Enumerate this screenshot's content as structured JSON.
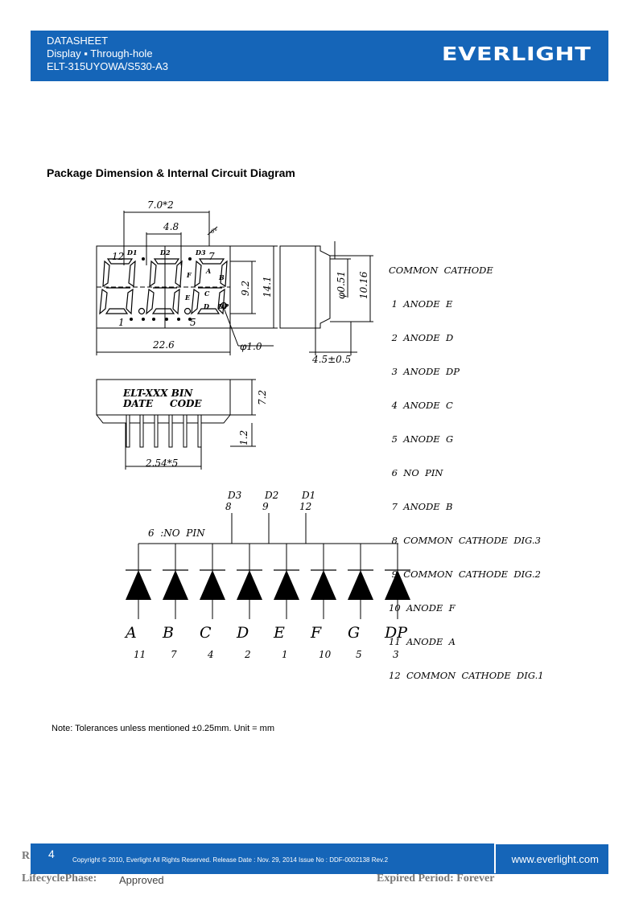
{
  "header": {
    "line1": "DATASHEET",
    "line2": "Display ▪ Through-hole",
    "line3": "ELT-315UYOWA/S530-A3",
    "logo": "EVERLIGHT"
  },
  "section_title": "Package Dimension & Internal Circuit Diagram",
  "dimensions": {
    "pitch": "7.0*2",
    "digit_width": "4.8",
    "angle": "6°",
    "height_inner": "9.2",
    "height_outer": "14.1",
    "width": "22.6",
    "dot_dia": "φ1.0",
    "pin_dia": "φ0.51",
    "side_height": "10.16",
    "depth": "4.5±0.5",
    "body_h": "7.2",
    "pin_len": "1.2",
    "pin_pitch": "2.54*5",
    "label_line1": "ELT-XXX BIN",
    "label_line2": "DATE     CODE",
    "digit_labels": [
      "D1",
      "D2",
      "D3"
    ],
    "pin_marks": [
      "12",
      "7",
      "1",
      "5"
    ],
    "seg_marks": [
      "A",
      "B",
      "C",
      "D",
      "E",
      "F",
      "DP"
    ]
  },
  "pin_table": {
    "title": "COMMON  CATHODE",
    "rows": [
      " 1  ANODE  E",
      " 2  ANODE  D",
      " 3  ANODE  DP",
      " 4  ANODE  C",
      " 5  ANODE  G",
      " 6  NO  PIN",
      " 7  ANODE  B",
      " 8  COMMON  CATHODE  DIG.3",
      " 9  COMMON  CATHODE  DIG.2",
      "10  ANODE  F",
      "11  ANODE  A",
      "12  COMMON  CATHODE  DIG.1"
    ]
  },
  "circuit": {
    "no_pin": "6  :NO  PIN",
    "commons": [
      {
        "digit": "D3",
        "pin": "8"
      },
      {
        "digit": "D2",
        "pin": "9"
      },
      {
        "digit": "D1",
        "pin": "12"
      }
    ],
    "segments": [
      {
        "name": "A",
        "pin": "11"
      },
      {
        "name": "B",
        "pin": "7"
      },
      {
        "name": "C",
        "pin": "4"
      },
      {
        "name": "D",
        "pin": "2"
      },
      {
        "name": "E",
        "pin": "1"
      },
      {
        "name": "F",
        "pin": "10"
      },
      {
        "name": "G",
        "pin": "5"
      },
      {
        "name": "DP",
        "pin": "3"
      }
    ]
  },
  "note": "Note: Tolerances unless mentioned ±0.25mm. Unit = mm",
  "footer": {
    "page": "4",
    "copyright": "Copyright © 2010, Everlight All Rights Reserved. Release Date : Nov. 29, 2014 Issue No : DDF-0002138 Rev.2",
    "website": "www.everlight.com",
    "ghost_r": "R",
    "ghost_lifecycle": "LifecyclePhase:",
    "ghost_approved": "Approved",
    "ghost_expired": "Expired Period: Forever"
  },
  "colors": {
    "brand_blue": "#1565b8"
  }
}
